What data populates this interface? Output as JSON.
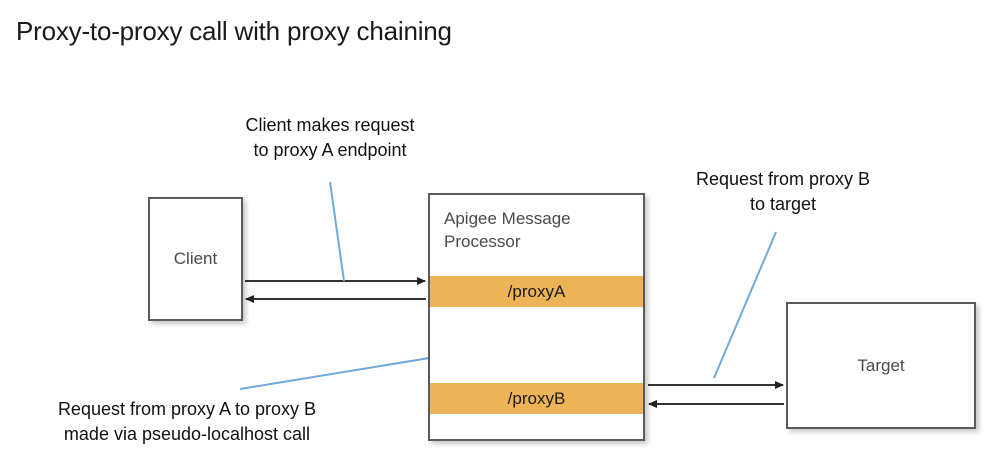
{
  "title": "Proxy-to-proxy call with proxy chaining",
  "colors": {
    "proxy_band": "#edb457",
    "box_border": "#5b5b5b",
    "arrow": "#222222",
    "leader_line": "#6faadb",
    "box_text": "#4a4a4a",
    "title_text": "#1a1a1a"
  },
  "nodes": {
    "client": {
      "label": "Client"
    },
    "target": {
      "label": "Target"
    },
    "message_processor": {
      "title": "Apigee Message\nProcessor",
      "proxy_a": "/proxyA",
      "proxy_b": "/proxyB"
    }
  },
  "annotations": {
    "client_request": "Client makes request\nto proxy A endpoint",
    "proxyb_to_target": "Request from proxy B\nto target",
    "proxya_to_proxyb": "Request from proxy A to proxy B\nmade via pseudo-localhost call"
  },
  "flows": [
    {
      "name": "client-to-proxya",
      "from": "client",
      "to": "/proxyA",
      "direction": "right"
    },
    {
      "name": "proxya-to-client",
      "from": "/proxyA",
      "to": "client",
      "direction": "left"
    },
    {
      "name": "proxyb-to-proxya",
      "from": "/proxyB",
      "to": "/proxyA",
      "direction": "up"
    },
    {
      "name": "proxya-to-proxyb",
      "from": "/proxyA",
      "to": "/proxyB",
      "direction": "down"
    },
    {
      "name": "proxyb-to-target",
      "from": "/proxyB",
      "to": "target",
      "direction": "right"
    },
    {
      "name": "target-to-proxyb",
      "from": "target",
      "to": "/proxyB",
      "direction": "left"
    }
  ]
}
